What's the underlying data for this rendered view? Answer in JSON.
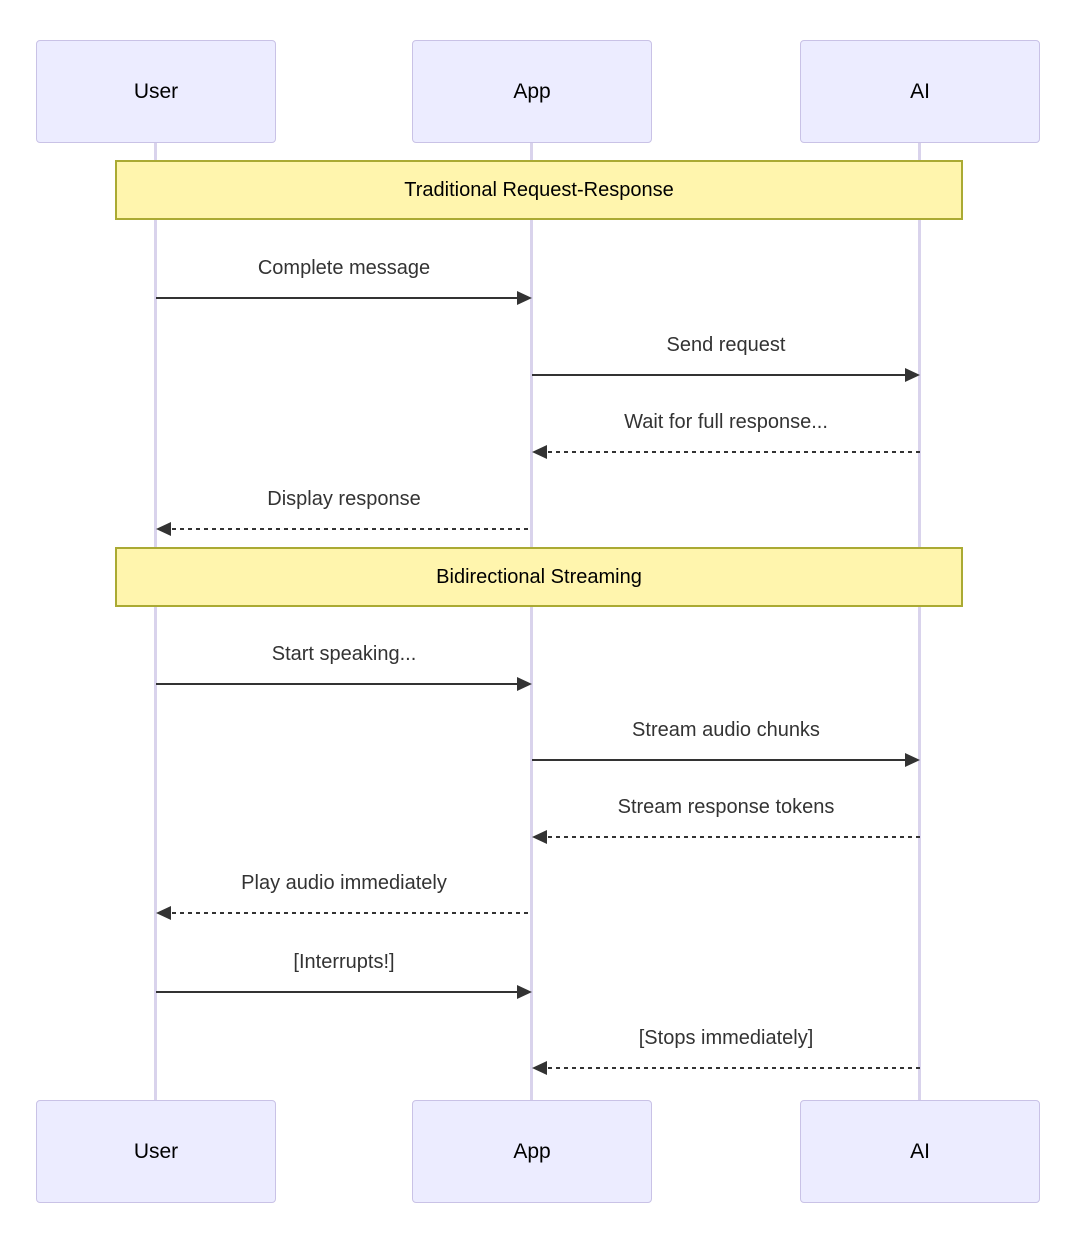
{
  "diagram": {
    "type": "sequence",
    "actors": [
      {
        "id": "user",
        "label": "User"
      },
      {
        "id": "app",
        "label": "App"
      },
      {
        "id": "ai",
        "label": "AI"
      }
    ],
    "sections": [
      {
        "title": "Traditional Request-Response"
      },
      {
        "title": "Bidirectional Streaming"
      }
    ],
    "messages": [
      {
        "from": "User",
        "to": "App",
        "label": "Complete message",
        "line": "solid"
      },
      {
        "from": "App",
        "to": "AI",
        "label": "Send request",
        "line": "solid"
      },
      {
        "from": "AI",
        "to": "App",
        "label": "Wait for full response...",
        "line": "dashed"
      },
      {
        "from": "App",
        "to": "User",
        "label": "Display response",
        "line": "dashed"
      },
      {
        "from": "User",
        "to": "App",
        "label": "Start speaking...",
        "line": "solid"
      },
      {
        "from": "App",
        "to": "AI",
        "label": "Stream audio chunks",
        "line": "solid"
      },
      {
        "from": "AI",
        "to": "App",
        "label": "Stream response tokens",
        "line": "dashed"
      },
      {
        "from": "App",
        "to": "User",
        "label": "Play audio immediately",
        "line": "dashed"
      },
      {
        "from": "User",
        "to": "App",
        "label": "[Interrupts!]",
        "line": "solid"
      },
      {
        "from": "AI",
        "to": "App",
        "label": "[Stops immediately]",
        "line": "dashed"
      }
    ],
    "colors": {
      "actor_fill": "#ECECFF",
      "actor_border": "#C9C2E6",
      "note_fill": "#FFF5AD",
      "note_border": "#AAAA33",
      "lifeline": "#D9D3EC",
      "arrow": "#333333",
      "text": "#333333",
      "background": "#FFFFFF"
    }
  }
}
